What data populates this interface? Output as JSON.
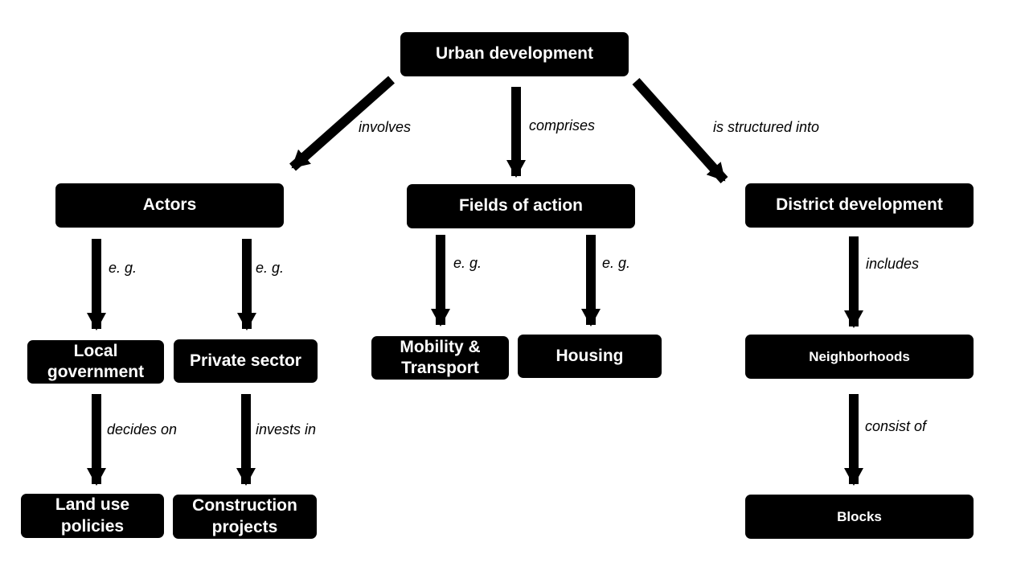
{
  "nodes": {
    "urban_development": "Urban development",
    "actors": "Actors",
    "fields_of_action": "Fields of action",
    "district_development": "District development",
    "local_government": "Local government",
    "private_sector": "Private sector",
    "mobility_transport": "Mobility & Transport",
    "housing": "Housing",
    "neighborhoods": "Neighborhoods",
    "land_use_policies": "Land use policies",
    "construction_projects": "Construction projects",
    "blocks": "Blocks"
  },
  "edges": {
    "involves": "involves",
    "comprises": "comprises",
    "is_structured_into": "is structured into",
    "eg_local_government": "e. g.",
    "eg_private_sector": "e. g.",
    "eg_mobility": "e. g.",
    "eg_housing": "e. g.",
    "includes": "includes",
    "decides_on": "decides on",
    "invests_in": "invests in",
    "consist_of": "consist of"
  },
  "colors": {
    "node_fill": "#000000",
    "node_text": "#ffffff",
    "arrow": "#000000"
  }
}
